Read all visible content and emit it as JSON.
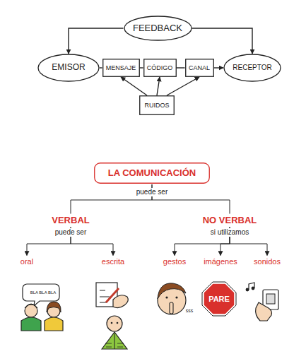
{
  "diagram": {
    "nodes": [
      {
        "text": [
          "FEEDBACK"
        ]
      },
      {
        "text": [
          "EMISOR"
        ]
      },
      {
        "text": [
          "MENSAJE"
        ]
      },
      {
        "text": [
          "CÓDIGO"
        ]
      },
      {
        "text": [
          "CANAL"
        ]
      },
      {
        "text": [
          "RECEPTOR"
        ]
      },
      {
        "text": [
          "RUIDOS"
        ]
      },
      {
        "text": [
          "LA COMUNICACIÓN"
        ]
      },
      {
        "text": [
          "VERBAL"
        ]
      },
      {
        "text": [
          "NO VERBAL"
        ]
      },
      {
        "text": [
          "oral"
        ]
      },
      {
        "text": [
          "escrita"
        ]
      },
      {
        "text": [
          "gestos"
        ]
      },
      {
        "text": [
          "imágenes"
        ]
      },
      {
        "text": [
          "sonidos"
        ]
      }
    ],
    "edges": [
      {
        "from": 0,
        "to": 1,
        "arrow": "to"
      },
      {
        "from": 0,
        "to": 5,
        "arrow": "to"
      },
      {
        "from": 1,
        "to": 2,
        "arrow": "none"
      },
      {
        "from": 2,
        "to": 3,
        "arrow": "none"
      },
      {
        "from": 3,
        "to": 4,
        "arrow": "none"
      },
      {
        "from": 4,
        "to": 5,
        "arrow": "to"
      },
      {
        "from": 6,
        "to": 2,
        "arrow": "to"
      },
      {
        "from": 6,
        "to": 3,
        "arrow": "to"
      },
      {
        "from": 6,
        "to": 4,
        "arrow": "to"
      },
      {
        "from": 7,
        "to": 8,
        "arrow": "none"
      },
      {
        "from": 7,
        "to": 9,
        "arrow": "none"
      },
      {
        "from": 8,
        "to": 10,
        "arrow": "to"
      },
      {
        "from": 8,
        "to": 11,
        "arrow": "to"
      },
      {
        "from": 9,
        "to": 12,
        "arrow": "to"
      },
      {
        "from": 9,
        "to": 13,
        "arrow": "to"
      },
      {
        "from": 9,
        "to": 14,
        "arrow": "to"
      }
    ],
    "labels": [
      "puede ser",
      "puede ser",
      "si utilizamos",
      "BLA BLA BLA",
      "sss",
      "PARE"
    ]
  }
}
